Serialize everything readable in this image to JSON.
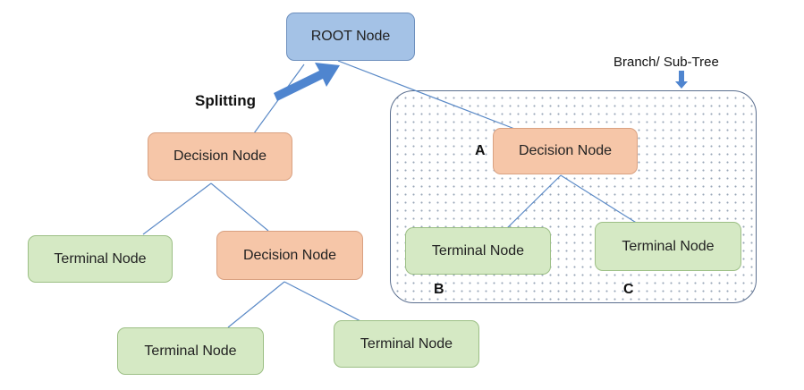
{
  "nodes": {
    "root": "ROOT Node",
    "decision_left": "Decision Node",
    "terminal_left_1": "Terminal Node",
    "decision_mid": "Decision Node",
    "terminal_bottom_1": "Terminal Node",
    "terminal_bottom_2": "Terminal Node",
    "decision_right": "Decision Node",
    "terminal_right_1": "Terminal Node",
    "terminal_right_2": "Terminal Node"
  },
  "labels": {
    "splitting": "Splitting",
    "branch": "Branch/ Sub-Tree",
    "a": "A",
    "b": "B",
    "c": "C"
  },
  "colors": {
    "root_fill": "#a4c2e6",
    "decision_fill": "#f6c6a8",
    "terminal_fill": "#d5e9c4",
    "edge": "#5b8ac7",
    "arrow": "#4f85cf"
  }
}
